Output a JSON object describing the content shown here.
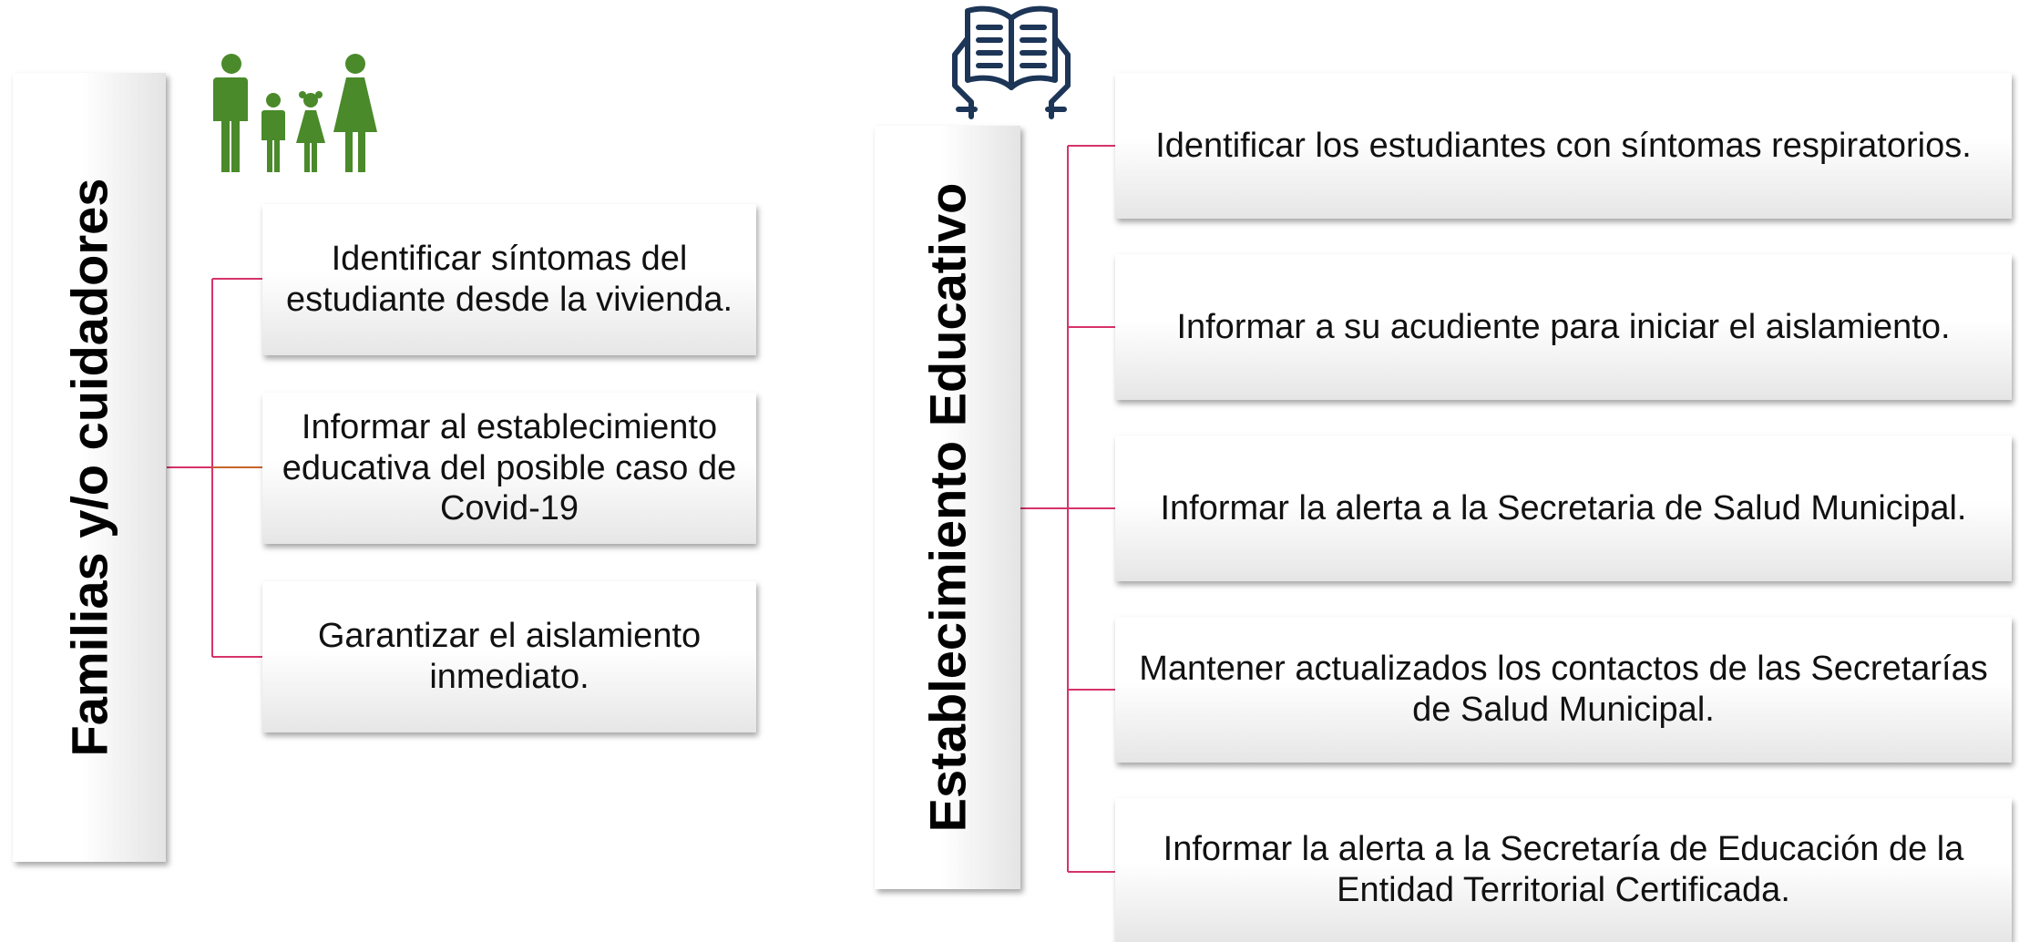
{
  "left": {
    "title": "Familias y/o cuidadores",
    "items": [
      "Identificar síntomas del estudiante desde la vivienda.",
      "Informar al establecimiento educativa del posible caso de Covid-19",
      "Garantizar el aislamiento inmediato."
    ]
  },
  "right": {
    "title": "Establecimiento Educativo",
    "items": [
      "Identificar los estudiantes con síntomas respiratorios.",
      "Informar a su acudiente para iniciar el aislamiento.",
      "Informar la alerta a la Secretaria de Salud Municipal.",
      "Mantener actualizados los contactos de las Secretarías de Salud Municipal.",
      "Informar la alerta a la Secretaría de Educación de la Entidad Territorial Certificada."
    ]
  },
  "icons": {
    "family": "family-icon",
    "book": "open-book-hands-icon"
  },
  "colors": {
    "connector": "#d6336c",
    "family_green": "#4a8a2a",
    "book_navy": "#1d3557"
  }
}
